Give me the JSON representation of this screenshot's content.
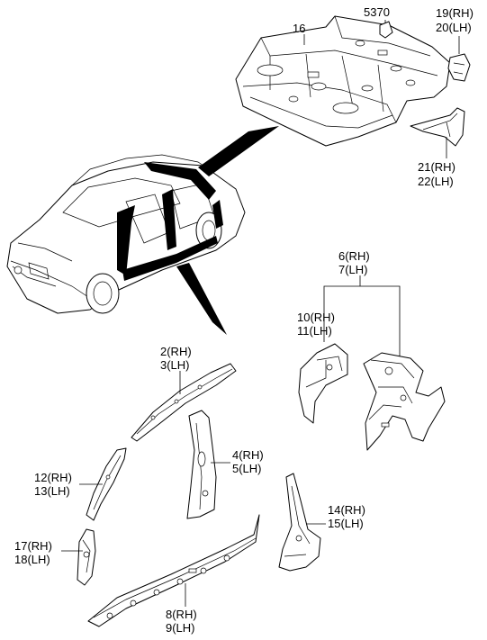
{
  "labels": {
    "p16": "16",
    "p5370": "5370",
    "p19": "19(RH)",
    "p20": "20(LH)",
    "p21": "21(RH)",
    "p22": "22(LH)",
    "p6": "6(RH)",
    "p7": "7(LH)",
    "p10": "10(RH)",
    "p11": "11(LH)",
    "p2": "2(RH)",
    "p3": "3(LH)",
    "p4": "4(RH)",
    "p5": "5(LH)",
    "p12": "12(RH)",
    "p13": "13(LH)",
    "p14": "14(RH)",
    "p15": "15(LH)",
    "p17": "17(RH)",
    "p18": "18(LH)",
    "p8": "8(RH)",
    "p9": "9(LH)"
  }
}
